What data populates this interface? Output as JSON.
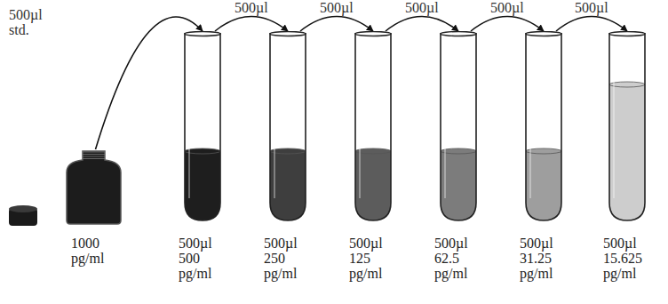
{
  "diagram": {
    "nodes": [
      {
        "text": [
          "1000 pg/ml"
        ]
      },
      {
        "text": [
          "500µl",
          "500 pg/ml"
        ]
      },
      {
        "text": [
          "500µl",
          "250 pg/ml"
        ]
      },
      {
        "text": [
          "500µl",
          "125 pg/ml"
        ]
      },
      {
        "text": [
          "500µl",
          "62.5 pg/ml"
        ]
      },
      {
        "text": [
          "500µl",
          "31.25 pg/ml"
        ]
      },
      {
        "text": [
          "500µl",
          "15.625 pg/ml"
        ]
      }
    ],
    "edges": [
      {
        "from": 0,
        "to": 1,
        "arrow": "to",
        "label": "500µl std."
      },
      {
        "from": 1,
        "to": 2,
        "arrow": "to",
        "label": "500µl"
      },
      {
        "from": 2,
        "to": 3,
        "arrow": "to",
        "label": "500µl"
      },
      {
        "from": 3,
        "to": 4,
        "arrow": "to",
        "label": "500µl"
      },
      {
        "from": 4,
        "to": 5,
        "arrow": "to",
        "label": "500µl"
      },
      {
        "from": 5,
        "to": 6,
        "arrow": "to",
        "label": "500µl"
      }
    ]
  }
}
